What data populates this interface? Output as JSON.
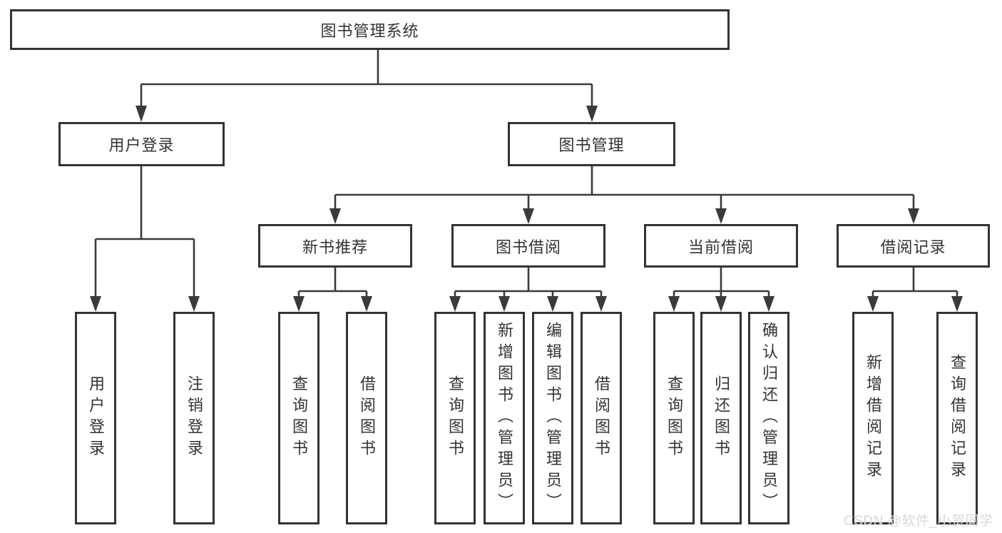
{
  "diagram": {
    "title": "图书管理系统",
    "type": "hierarchy-tree",
    "colors": {
      "background": "#ffffff",
      "box_fill": "#ffffff",
      "box_border": "#333333",
      "text": "#333333",
      "connector_line": "#3a3a3a",
      "watermark_text_color": "#d8d8d8"
    },
    "tree": {
      "root": {
        "label": "图书管理系统"
      },
      "branches": [
        {
          "label": "用户登录",
          "children": [
            {
              "label": "用户登录"
            },
            {
              "label": "注销登录"
            }
          ]
        },
        {
          "label": "图书管理",
          "children": [
            {
              "label": "新书推荐",
              "children": [
                {
                  "label": "查询图书"
                },
                {
                  "label": "借阅图书"
                }
              ]
            },
            {
              "label": "图书借阅",
              "children": [
                {
                  "label": "查询图书"
                },
                {
                  "label": "新增图书（管理员）"
                },
                {
                  "label": "编辑图书（管理员）"
                },
                {
                  "label": "借阅图书"
                }
              ]
            },
            {
              "label": "当前借阅",
              "children": [
                {
                  "label": "查询图书"
                },
                {
                  "label": "归还图书"
                },
                {
                  "label": "确认归还（管理员）"
                }
              ]
            },
            {
              "label": "借阅记录",
              "children": [
                {
                  "label": "新增借阅记录"
                },
                {
                  "label": "查询借阅记录"
                }
              ]
            }
          ]
        }
      ]
    },
    "watermark": {
      "text": "CSDN @软件_小贺同学"
    }
  }
}
